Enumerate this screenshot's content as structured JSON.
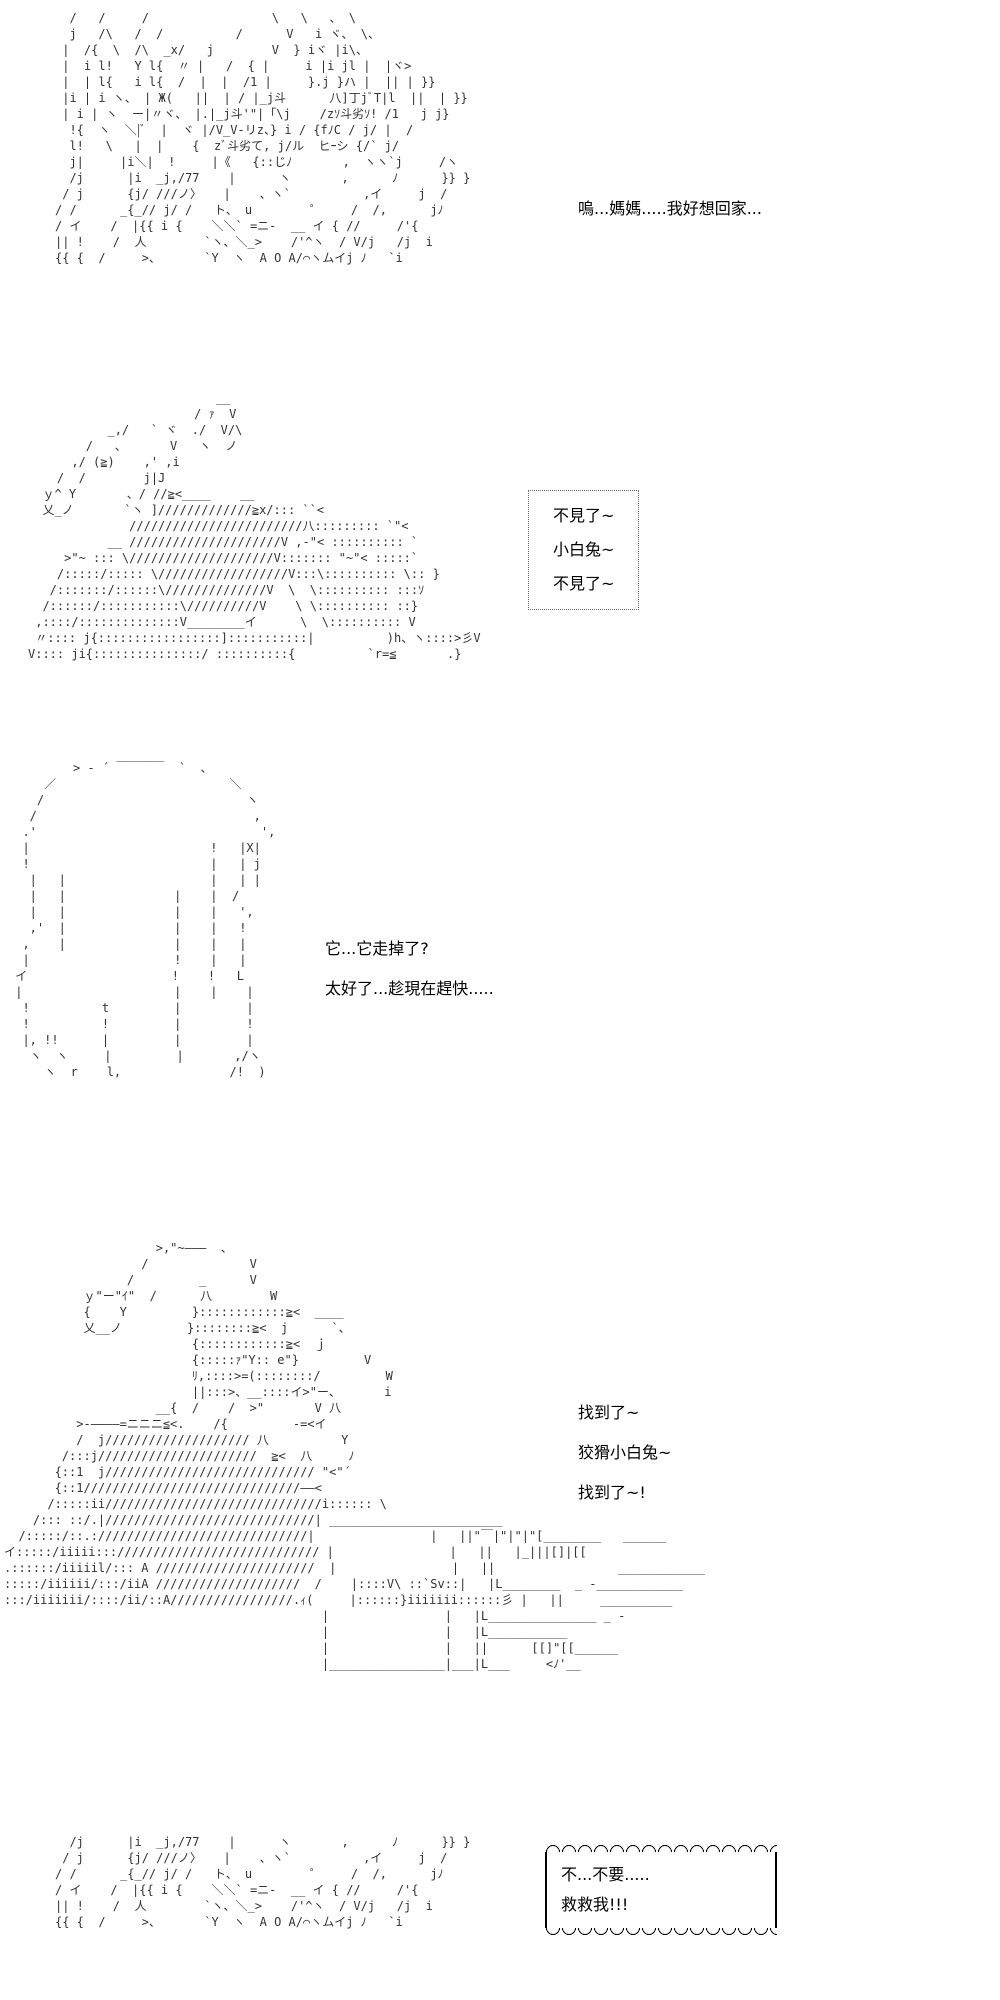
{
  "panel1": {
    "caption": "嗚...媽媽.....我好想回家..."
  },
  "panel2": {
    "bubble_lines": [
      "不見了~",
      "小白兔~",
      "不見了~"
    ]
  },
  "panel3": {
    "line1": "它...它走掉了?",
    "line2": "太好了...趁現在趕快....."
  },
  "panel4": {
    "line1": "找到了~",
    "line2": "狡猾小白兔~",
    "line3": "找到了~!"
  },
  "panel5": {
    "bubble_lines": [
      "不...不要.....",
      "救救我!!!"
    ]
  }
}
